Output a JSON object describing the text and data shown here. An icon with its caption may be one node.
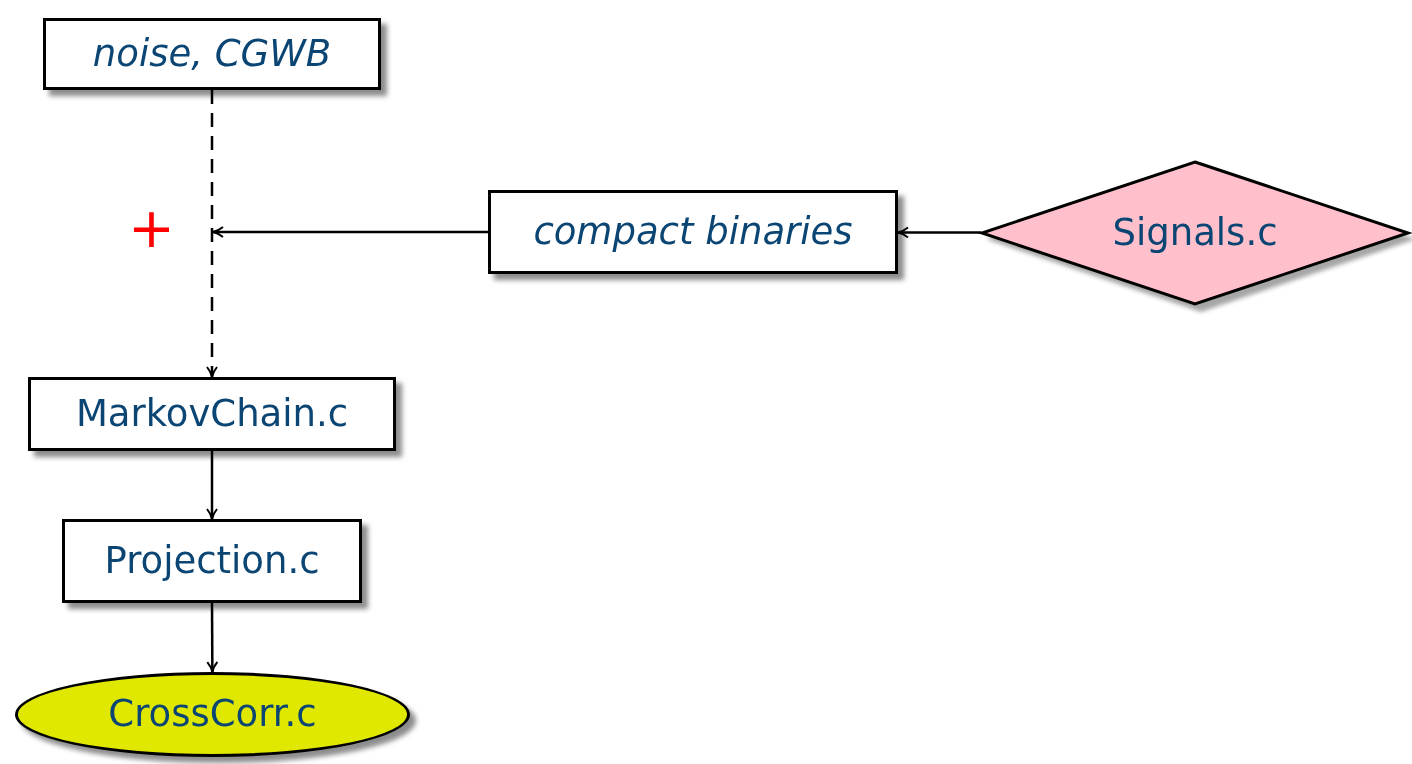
{
  "diagram": {
    "nodes": [
      {
        "text": [
          "noise, CGWB"
        ]
      },
      {
        "text": [
          "compact binaries"
        ]
      },
      {
        "text": [
          "Signals.c"
        ]
      },
      {
        "text": [
          "MarkovChain.c"
        ]
      },
      {
        "text": [
          "Projection.c"
        ]
      },
      {
        "text": [
          "CrossCorr.c"
        ]
      }
    ],
    "edges": [
      {
        "from": 0,
        "to": 3,
        "arrow": "to",
        "style": "dashed"
      },
      {
        "from": 1,
        "to": null,
        "arrow": "to"
      },
      {
        "from": 2,
        "to": 1,
        "arrow": "to"
      },
      {
        "from": 3,
        "to": 4,
        "arrow": "to"
      },
      {
        "from": 4,
        "to": 5,
        "arrow": "to"
      }
    ],
    "labels": [
      "+"
    ]
  }
}
